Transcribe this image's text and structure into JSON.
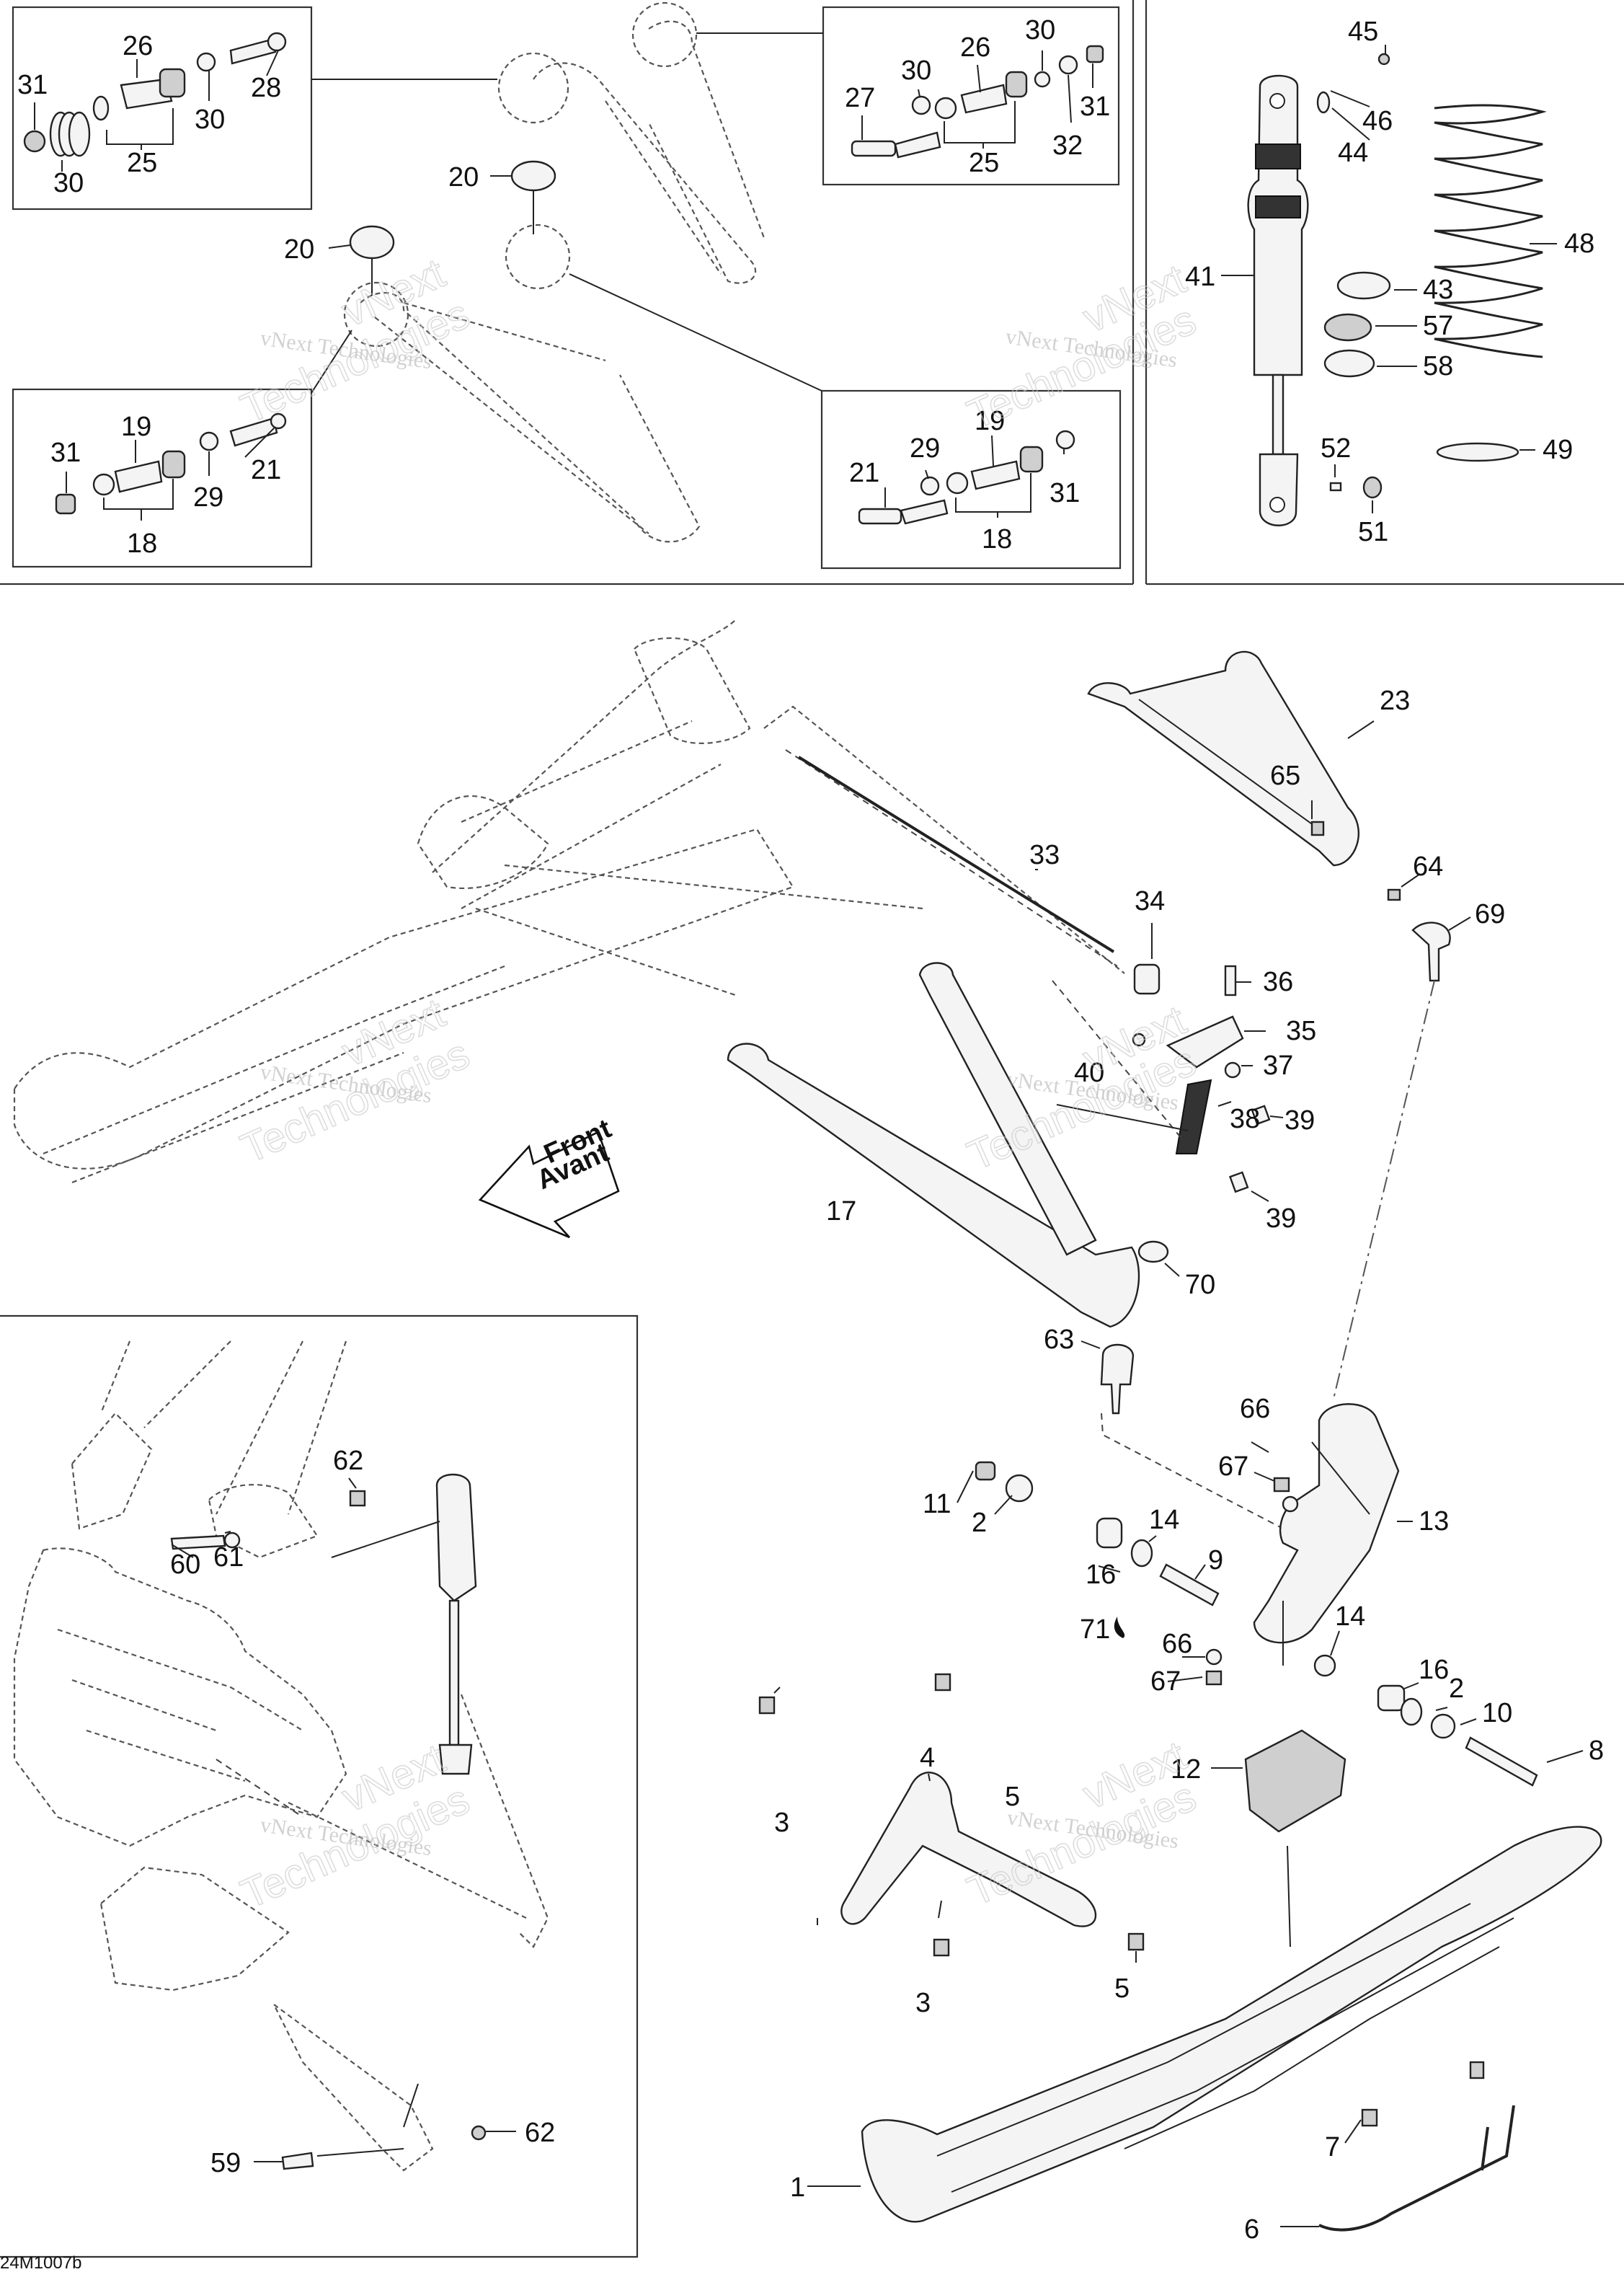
{
  "diagram": {
    "drawing_code": "24M1007b",
    "watermark_text": "vNext Technologies",
    "watermark_big_1": "vNext",
    "watermark_big_2": "Technologies",
    "direction_label_1": "Front",
    "direction_label_2": "Avant",
    "callouts": {
      "c1": "1",
      "c2a": "2",
      "c2b": "2",
      "c3a": "3",
      "c3b": "3",
      "c4": "4",
      "c5a": "5",
      "c5b": "5",
      "c6": "6",
      "c7": "7",
      "c8": "8",
      "c9": "9",
      "c10": "10",
      "c11": "11",
      "c12": "12",
      "c13": "13",
      "c14a": "14",
      "c14b": "14",
      "c16a": "16",
      "c16b": "16",
      "c17": "17",
      "c18a": "18",
      "c18b": "18",
      "c19a": "19",
      "c19b": "19",
      "c20a": "20",
      "c20b": "20",
      "c21a": "21",
      "c21b": "21",
      "c23": "23",
      "c25a": "25",
      "c25b": "25",
      "c26a": "26",
      "c26b": "26",
      "c27": "27",
      "c28": "28",
      "c29a": "29",
      "c29b": "29",
      "c30a": "30",
      "c30b": "30",
      "c30c": "30",
      "c30d": "30",
      "c31a": "31",
      "c31b": "31",
      "c31c": "31",
      "c31d": "31",
      "c32": "32",
      "c33": "33",
      "c34": "34",
      "c35": "35",
      "c36": "36",
      "c37": "37",
      "c38": "38",
      "c39a": "39",
      "c39b": "39",
      "c40": "40",
      "c41": "41",
      "c43": "43",
      "c44": "44",
      "c45": "45",
      "c46": "46",
      "c48": "48",
      "c49": "49",
      "c51": "51",
      "c52": "52",
      "c57": "57",
      "c58": "58",
      "c59": "59",
      "c60": "60",
      "c61": "61",
      "c62a": "62",
      "c62b": "62",
      "c63": "63",
      "c64": "64",
      "c65": "65",
      "c66a": "66",
      "c66b": "66",
      "c67a": "67",
      "c67b": "67",
      "c69": "69",
      "c70": "70",
      "c71": "71"
    }
  }
}
